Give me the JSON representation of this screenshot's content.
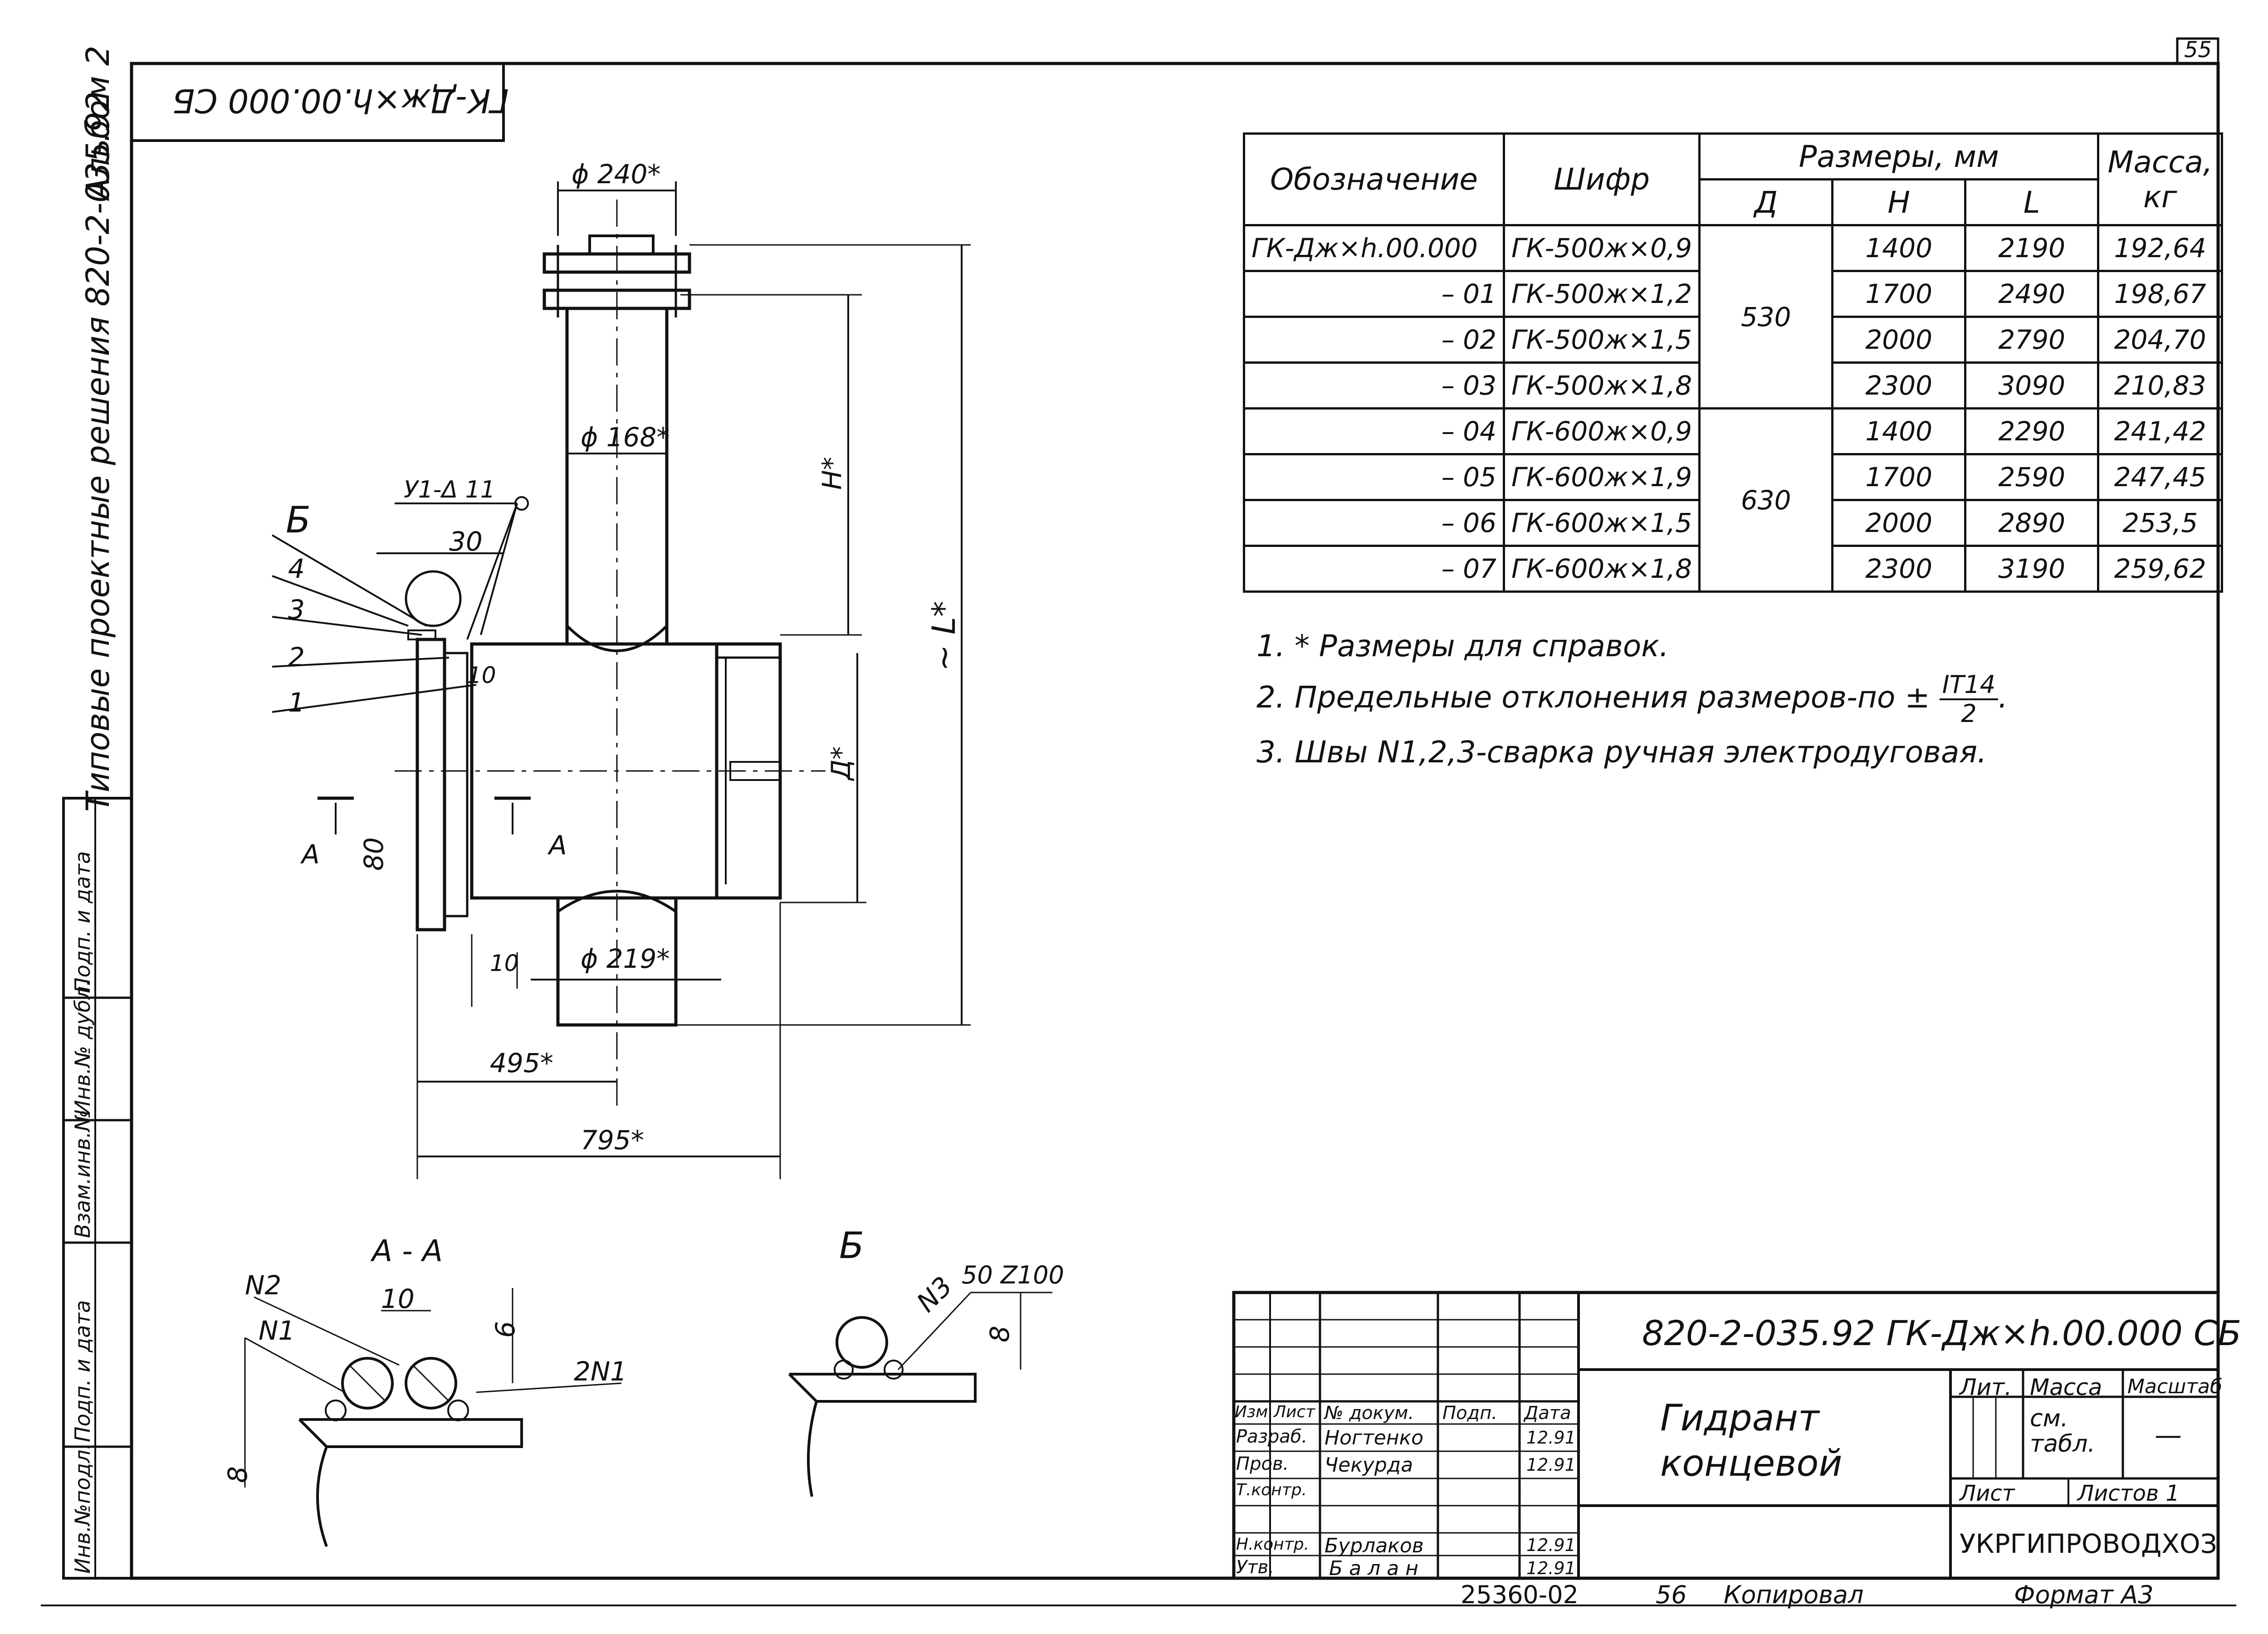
{
  "sheet": {
    "page_number": "55",
    "album": "Альбом 2",
    "series": "Типовые проектные решения 820-2-035.92",
    "corner_code": "ГК-Дж×h.00.000 СБ"
  },
  "side_stamp": {
    "cells": [
      "Инв.№подл.",
      "Подп. и дата",
      "Взам.инв.№",
      "Инв.№ дубл.",
      "Подп. и дата"
    ]
  },
  "spec_table": {
    "headers": {
      "designation": "Обозначение",
      "code": "Шифр",
      "dimensions": "Размеры, мм",
      "d": "Д",
      "h": "Н",
      "l": "L",
      "mass": "Масса, кг"
    },
    "rows": [
      {
        "designation": "ГК-Дж×h.00.000",
        "code": "ГК-500ж×0,9",
        "h": "1400",
        "l": "2190",
        "mass": "192,64"
      },
      {
        "designation": "– 01",
        "code": "ГК-500ж×1,2",
        "h": "1700",
        "l": "2490",
        "mass": "198,67"
      },
      {
        "designation": "– 02",
        "code": "ГК-500ж×1,5",
        "h": "2000",
        "l": "2790",
        "mass": "204,70"
      },
      {
        "designation": "– 03",
        "code": "ГК-500ж×1,8",
        "h": "2300",
        "l": "3090",
        "mass": "210,83"
      },
      {
        "designation": "– 04",
        "code": "ГК-600ж×0,9",
        "h": "1400",
        "l": "2290",
        "mass": "241,42"
      },
      {
        "designation": "– 05",
        "code": "ГК-600ж×1,9",
        "h": "1700",
        "l": "2590",
        "mass": "247,45"
      },
      {
        "designation": "– 06",
        "code": "ГК-600ж×1,5",
        "h": "2000",
        "l": "2890",
        "mass": "253,5"
      },
      {
        "designation": "– 07",
        "code": "ГК-600ж×1,8",
        "h": "2300",
        "l": "3190",
        "mass": "259,62"
      }
    ],
    "d_groups": [
      "530",
      "630"
    ]
  },
  "notes": {
    "n1": "1. * Размеры для справок.",
    "n2_prefix": "2.  Предельные отклонения размеров-по ±",
    "n2_num": "IT14",
    "n2_den": "2",
    "n2_suffix": ".",
    "n3": "3.  Швы N1,2,3-сварка ручная электродуговая."
  },
  "main_view": {
    "d240": "ϕ 240*",
    "d168": "ϕ 168*",
    "d219": "ϕ 219*",
    "h": "H*",
    "l": "~ L*",
    "d": "Д*",
    "weld": "У1-Δ 11",
    "b": "Б",
    "dim30": "30",
    "dim10a": "10",
    "dim10b": "10",
    "dim80": "80",
    "dim495": "495*",
    "dim795": "795*",
    "section_a": "А",
    "pos1": "1",
    "pos2": "2",
    "pos3": "3",
    "pos4": "4"
  },
  "section_aa": {
    "title": "А - А",
    "n2": "N2",
    "n1": "N1",
    "dim10": "10",
    "dim6": "6",
    "dim8": "8",
    "n2n1": "2N1"
  },
  "detail_b": {
    "title": "Б",
    "n3": "N3",
    "weld": "50 Z100",
    "dim8": "8"
  },
  "title_block": {
    "code": "820-2-035.92  ГК-Дж×h.00.000 СБ",
    "name_line1": "Гидрант",
    "name_line2": "концевой",
    "lit": "Лит.",
    "mass": "Масса",
    "scale": "Масштаб",
    "mass_value": "см. табл.",
    "scale_value": "—",
    "sheet": "Лист",
    "sheets": "Листов 1",
    "org": "УКРГИПРОВОДХОЗ",
    "cols": {
      "izm": "Изм",
      "list": "Лист",
      "doc": "№ докум.",
      "sign": "Подп.",
      "date": "Дата"
    },
    "people": [
      {
        "role": "Разраб.",
        "name": "Ногтенко",
        "date": "12.91"
      },
      {
        "role": "Пров.",
        "name": "Чекурда",
        "date": "12.91"
      },
      {
        "role": "Т.контр.",
        "name": "",
        "date": ""
      },
      {
        "role": "Н.контр.",
        "name": "Бурлаков",
        "date": "12.91"
      },
      {
        "role": "Утв.",
        "name": "Балан",
        "date": "12.91"
      }
    ]
  },
  "footer": {
    "order": "25360-02",
    "num": "56",
    "copied": "Копировал",
    "format": "Формат А3"
  }
}
